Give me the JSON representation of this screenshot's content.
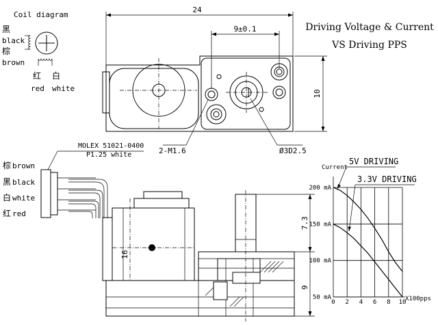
{
  "coil": {
    "title": "Coil diagram",
    "wires_left": [
      {
        "cn": "黑",
        "en": "black"
      },
      {
        "cn": "棕",
        "en": "brown"
      }
    ],
    "wires_bottom": [
      {
        "cn": "红",
        "en": "red"
      },
      {
        "cn": "白",
        "en": "white"
      }
    ]
  },
  "top_view": {
    "dim_total": "24",
    "dim_spacing": "9±0.1",
    "dim_height": "10",
    "callout_screw": "2-M1.6",
    "callout_shaft": "Ø3D2.5"
  },
  "chart_title": {
    "line1": "Driving Voltage & Current",
    "line2": "VS Driving PPS"
  },
  "connector": {
    "part": "MOLEX 51021-0400",
    "pitch": "P1.25 white",
    "wires": [
      {
        "cn": "棕",
        "en": "brown"
      },
      {
        "cn": "黑",
        "en": "black"
      },
      {
        "cn": "白",
        "en": "white"
      },
      {
        "cn": "红",
        "en": "red"
      }
    ]
  },
  "side_view": {
    "dim_motor": "16",
    "dim_shaft": "7.3",
    "dim_base": "9"
  },
  "chart_data": {
    "type": "line",
    "title": "",
    "xlabel": "X100pps",
    "ylabel": "Current",
    "x_ticks": [
      "0",
      "2",
      "4",
      "6",
      "8",
      "10"
    ],
    "y_ticks": [
      "50 mA",
      "100 mA",
      "150 mA",
      "200 mA"
    ],
    "xlim": [
      0,
      10
    ],
    "ylim": [
      50,
      200
    ],
    "grid": true,
    "series": [
      {
        "name": "5V DRIVING",
        "x": [
          0,
          1,
          2,
          3,
          4,
          5,
          6,
          7,
          8,
          9,
          10
        ],
        "y": [
          200,
          196,
          189,
          180,
          170,
          158,
          144,
          129,
          112,
          97,
          85
        ]
      },
      {
        "name": "3.3V DRIVING",
        "x": [
          0,
          1,
          2,
          3,
          4,
          5,
          6,
          7,
          8,
          9,
          10
        ],
        "y": [
          150,
          145,
          138,
          130,
          120,
          110,
          98,
          86,
          74,
          62,
          50
        ]
      }
    ]
  }
}
